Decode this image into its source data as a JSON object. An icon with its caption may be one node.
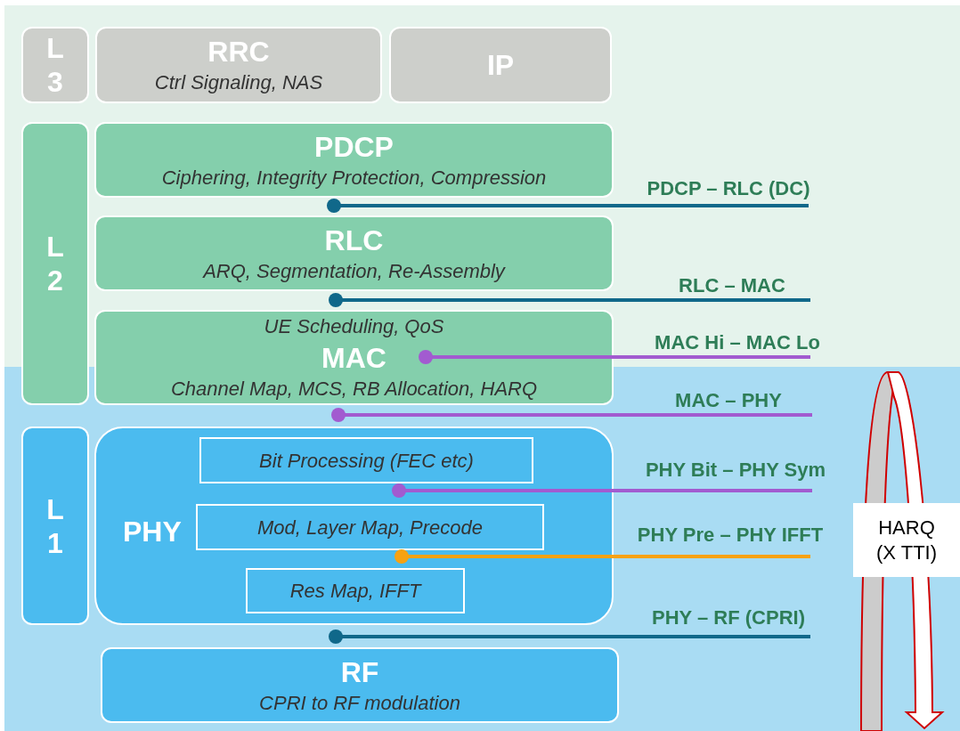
{
  "diagram": {
    "nodes": [
      {
        "text": [
          "L 3"
        ]
      },
      {
        "text": [
          "RRC",
          "Ctrl Signaling, NAS"
        ]
      },
      {
        "text": [
          "IP"
        ]
      },
      {
        "text": [
          "L 2"
        ]
      },
      {
        "text": [
          "PDCP",
          "Ciphering, Integrity Protection, Compression"
        ]
      },
      {
        "text": [
          "RLC",
          "ARQ, Segmentation, Re-Assembly"
        ]
      },
      {
        "text": [
          "UE Scheduling, QoS",
          "MAC",
          "Channel Map, MCS, RB Allocation, HARQ"
        ]
      },
      {
        "text": [
          "L 1"
        ]
      },
      {
        "text": [
          "PHY"
        ]
      },
      {
        "text": [
          "Bit Processing (FEC etc)"
        ],
        "in": 8
      },
      {
        "text": [
          "Mod, Layer Map, Precode"
        ],
        "in": 8
      },
      {
        "text": [
          "Res Map, IFFT"
        ],
        "in": 8
      },
      {
        "text": [
          "RF",
          "CPRI to RF modulation"
        ]
      },
      {
        "text": [
          "HARQ (X TTI)"
        ]
      },
      {
        "text": [
          "PDCP – RLC (DC)"
        ]
      },
      {
        "text": [
          "RLC – MAC"
        ]
      },
      {
        "text": [
          "MAC Hi – MAC Lo"
        ]
      },
      {
        "text": [
          "MAC – PHY"
        ]
      },
      {
        "text": [
          "PHY Bit – PHY Sym"
        ]
      },
      {
        "text": [
          "PHY Pre – PHY IFFT"
        ]
      },
      {
        "text": [
          "PHY – RF (CPRI)"
        ]
      }
    ],
    "edges": [
      {
        "from": 14,
        "to": 4,
        "arrow": "other",
        "color": "#10688a"
      },
      {
        "from": 15,
        "to": 5,
        "arrow": "other",
        "color": "#10688a"
      },
      {
        "from": 16,
        "to": 6,
        "arrow": "other",
        "color": "#a25bd0"
      },
      {
        "from": 17,
        "to": 6,
        "arrow": "other",
        "color": "#a25bd0"
      },
      {
        "from": 18,
        "to": 9,
        "arrow": "other",
        "color": "#a25bd0"
      },
      {
        "from": 19,
        "to": 10,
        "arrow": "other",
        "color": "#f7a212"
      },
      {
        "from": 20,
        "to": 12,
        "arrow": "other",
        "color": "#10688a"
      }
    ]
  }
}
